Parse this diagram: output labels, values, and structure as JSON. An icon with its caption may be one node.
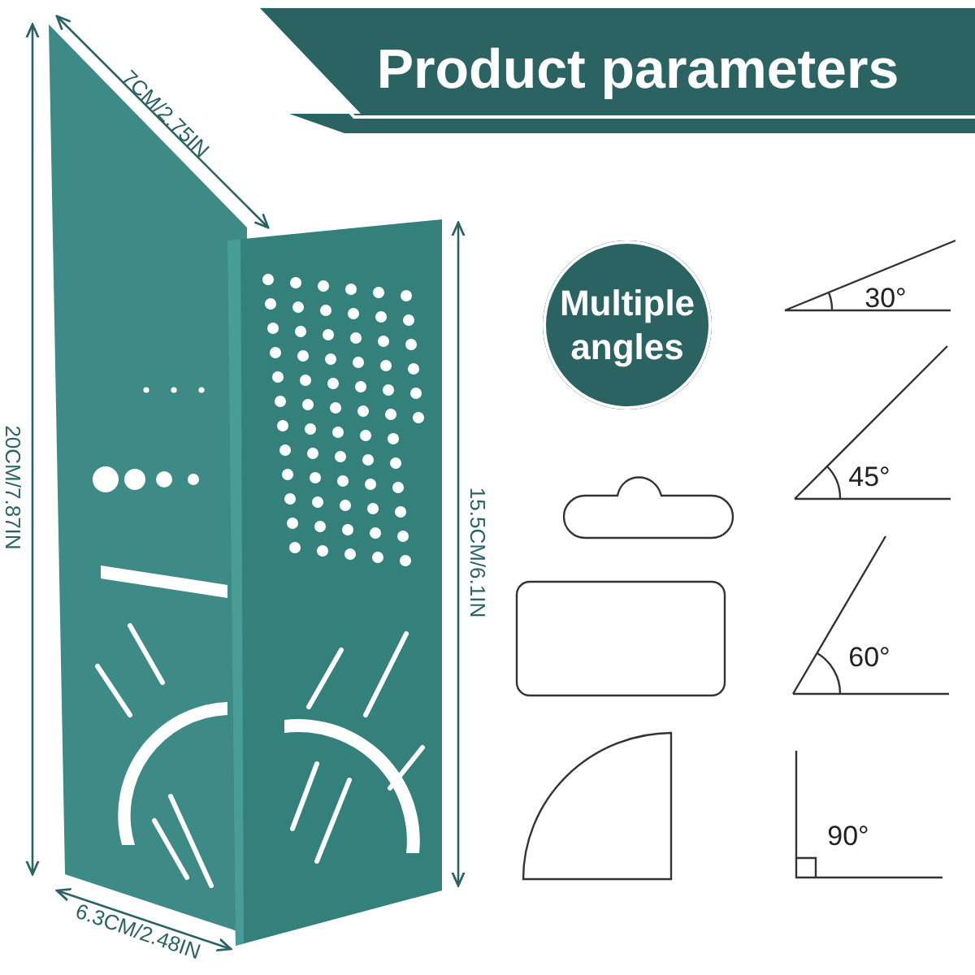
{
  "diagram": {
    "title": "Product parameters",
    "nodes": [
      {
        "text": [
          "Multiple angles"
        ]
      }
    ],
    "edges": [],
    "labels": [
      "7CM/2.75IN",
      "20CM/7.87IN",
      "15.5CM/6.1IN",
      "6.3CM/2.48IN",
      "30°",
      "45°",
      "60°",
      "90°"
    ]
  }
}
